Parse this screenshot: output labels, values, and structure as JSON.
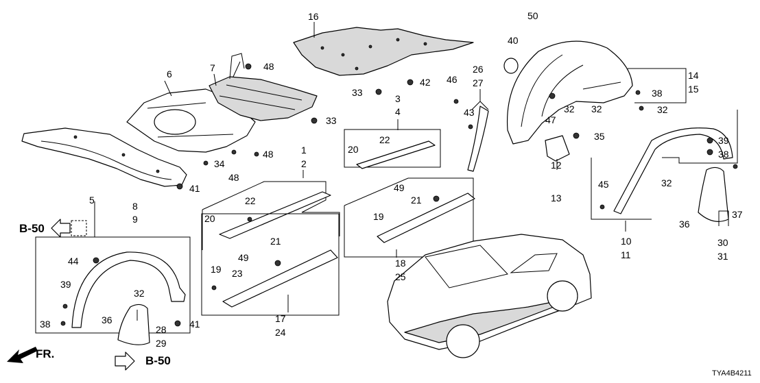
{
  "diagram": {
    "code": "TYA4B4211",
    "front_label": "FR.",
    "refs": [
      "B-50",
      "B-50"
    ],
    "part_numbers": {
      "n1": "1",
      "n2": "2",
      "n3": "3",
      "n4": "4",
      "n5": "5",
      "n6": "6",
      "n7": "7",
      "n8": "8",
      "n9": "9",
      "n10": "10",
      "n11": "11",
      "n12": "12",
      "n13": "13",
      "n14": "14",
      "n15": "15",
      "n16": "16",
      "n17": "17",
      "n18": "18",
      "n24": "24",
      "n25": "25",
      "n26": "26",
      "n27": "27",
      "n30": "30",
      "n31": "31",
      "n19a": "19",
      "n19b": "19",
      "n20a": "20",
      "n20b": "20",
      "n21a": "21",
      "n21b": "21",
      "n22a": "22",
      "n22b": "22",
      "n23": "23",
      "n28": "28",
      "n29": "29",
      "n32a": "32",
      "n32b": "32",
      "n32c": "32",
      "n32d": "32",
      "n32e": "32",
      "n33a": "33",
      "n33b": "33",
      "n34": "34",
      "n35": "35",
      "n36a": "36",
      "n36b": "36",
      "n37": "37",
      "n38a": "38",
      "n38b": "38",
      "n38c": "38",
      "n39a": "39",
      "n39b": "39",
      "n40": "40",
      "n41a": "41",
      "n41b": "41",
      "n42": "42",
      "n43": "43",
      "n44": "44",
      "n45": "45",
      "n46": "46",
      "n47": "47",
      "n48a": "48",
      "n48b": "48",
      "n48c": "48",
      "n49a": "49",
      "n49b": "49",
      "n50": "50"
    }
  }
}
